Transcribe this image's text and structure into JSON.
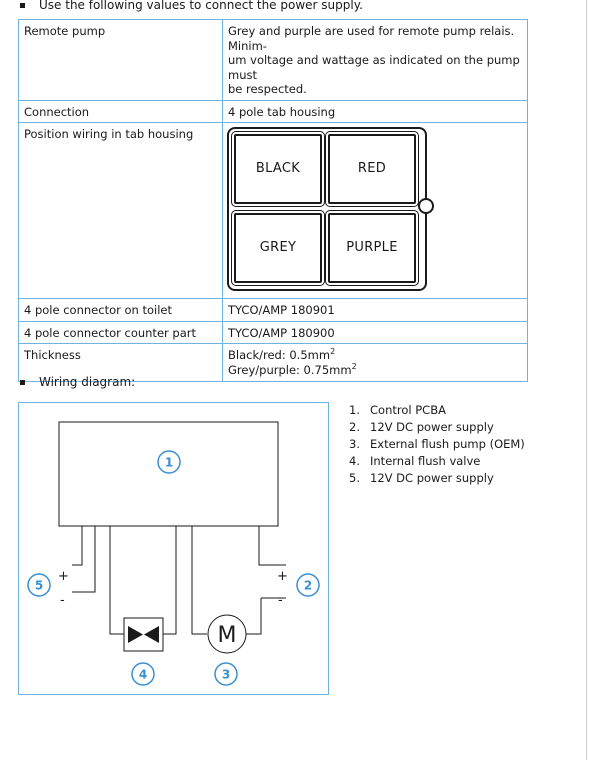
{
  "intro_text": "Use the following values to connect the power supply.",
  "table": {
    "rows": [
      {
        "label": "Remote pump",
        "value_lines": [
          "Grey and purple are used for remote pump relais. Minim-",
          "um voltage and wattage as indicated on the pump must",
          "be respected."
        ]
      },
      {
        "label": "Connection",
        "value_lines": [
          "4 pole tab housing"
        ]
      },
      {
        "label": "Position wiring in tab housing",
        "housing": {
          "top_left": "BLACK",
          "top_right": "RED",
          "bottom_left": "GREY",
          "bottom_right": "PURPLE"
        }
      },
      {
        "label": "4 pole connector on toilet",
        "value_lines": [
          "TYCO/AMP 180901"
        ]
      },
      {
        "label": "4 pole connector counter part",
        "value_lines": [
          "TYCO/AMP 180900"
        ]
      },
      {
        "label": "Thickness",
        "thickness": {
          "line1": "Black/red: 0.5mm",
          "line2": "Grey/purple: 0.75mm",
          "sup": "2"
        }
      }
    ]
  },
  "wiring_heading": "Wiring diagram:",
  "diagram": {
    "frame_color": "#6fb3e0",
    "callout_color": "#3a8fd0",
    "callouts": [
      "1",
      "2",
      "3",
      "4",
      "5"
    ],
    "plus": "+",
    "minus": "-",
    "motor_symbol": "M"
  },
  "legend": [
    {
      "num": "1.",
      "text": "Control PCBA"
    },
    {
      "num": "2.",
      "text": "12V DC power supply"
    },
    {
      "num": "3.",
      "text": "External flush pump (OEM)"
    },
    {
      "num": "4.",
      "text": "Internal flush valve"
    },
    {
      "num": "5.",
      "text": "12V DC power supply"
    }
  ]
}
